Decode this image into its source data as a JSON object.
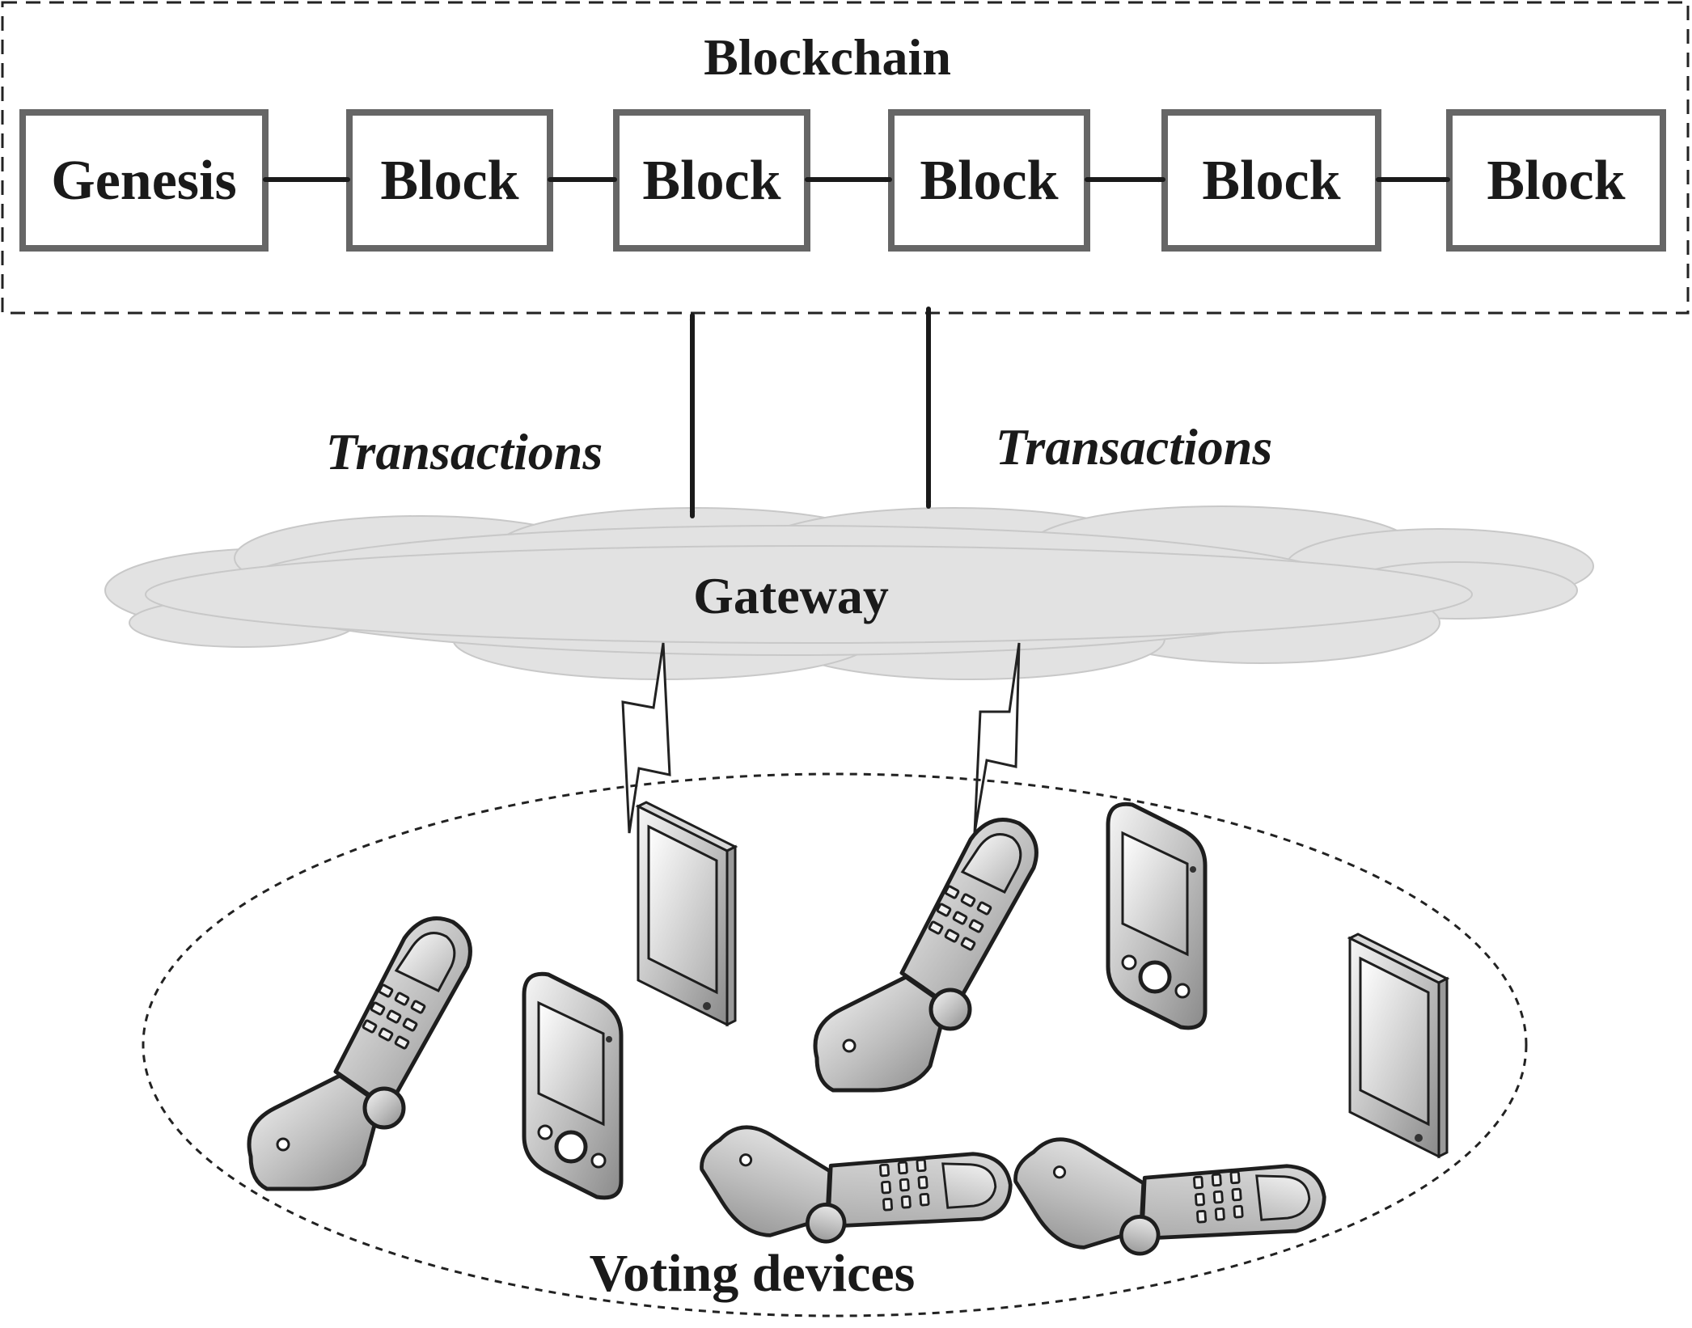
{
  "blockchain": {
    "title": "Blockchain",
    "blocks": [
      {
        "label": "Genesis"
      },
      {
        "label": "Block"
      },
      {
        "label": "Block"
      },
      {
        "label": "Block"
      },
      {
        "label": "Block"
      },
      {
        "label": "Block"
      }
    ]
  },
  "links": {
    "left_label": "Transactions",
    "right_label": "Transactions"
  },
  "gateway": {
    "label": "Gateway"
  },
  "devices": {
    "label": "Voting devices",
    "items": [
      {
        "kind": "flip-phone"
      },
      {
        "kind": "pda"
      },
      {
        "kind": "tablet"
      },
      {
        "kind": "flip-phone"
      },
      {
        "kind": "flip-phone"
      },
      {
        "kind": "pda"
      },
      {
        "kind": "flip-phone"
      },
      {
        "kind": "tablet"
      }
    ]
  },
  "colors": {
    "block_border": "#666666",
    "cloud_fill": "#e2e2e2",
    "text": "#1a1a1a"
  }
}
